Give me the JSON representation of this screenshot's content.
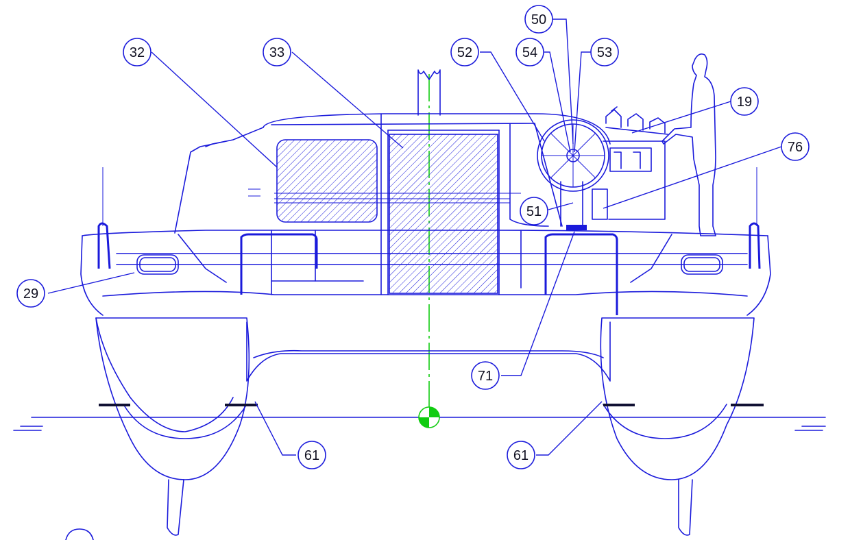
{
  "callouts": [
    {
      "id": "32",
      "label": "32"
    },
    {
      "id": "33",
      "label": "33"
    },
    {
      "id": "52",
      "label": "52"
    },
    {
      "id": "54",
      "label": "54"
    },
    {
      "id": "50",
      "label": "50"
    },
    {
      "id": "53",
      "label": "53"
    },
    {
      "id": "19",
      "label": "19"
    },
    {
      "id": "76",
      "label": "76"
    },
    {
      "id": "51",
      "label": "51"
    },
    {
      "id": "29",
      "label": "29"
    },
    {
      "id": "71",
      "label": "71"
    },
    {
      "id": "61a",
      "label": "61"
    },
    {
      "id": "61b",
      "label": "61"
    }
  ],
  "colors": {
    "line": "#1a1adb",
    "centerline": "#11cc11",
    "waterline_marks": "#111133"
  }
}
